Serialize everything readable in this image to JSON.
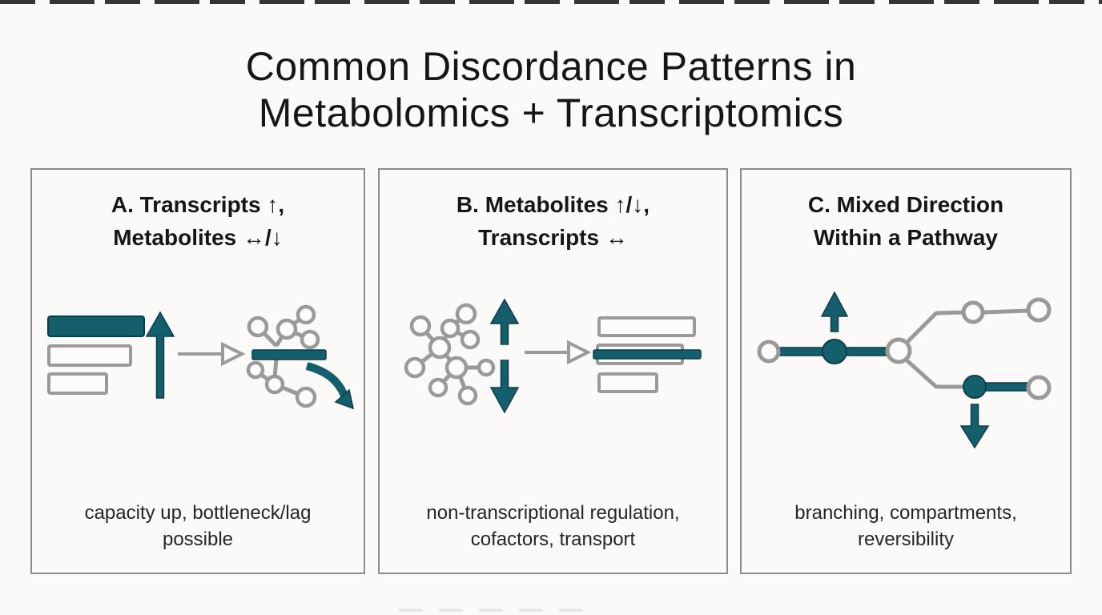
{
  "title": {
    "line1": "Common Discordance Patterns in",
    "line2": "Metabolomics + Transcriptomics"
  },
  "colors": {
    "teal": "#155f6d",
    "teal_dark": "#0b3d49",
    "gray": "#9a9a9a",
    "panel_border": "#8c8c8c",
    "background": "#fbfaf8",
    "title_text": "#161616",
    "caption_text": "#262626",
    "edge_artifact": "#1d1b18"
  },
  "panels": [
    {
      "label": "A",
      "heading_line1": "A. Transcripts ↑,",
      "heading_line2": "Metabolites ↔/↓",
      "caption_line1": "capacity up, bottleneck/lag",
      "caption_line2": "possible",
      "icons": [
        "transcript-bars-icon",
        "up-arrow-icon",
        "flow-right-arrow-icon",
        "blocked-metabolite-network-icon",
        "curved-down-arrow-icon"
      ]
    },
    {
      "label": "B",
      "heading_line1": "B. Metabolites ↑/↓,",
      "heading_line2": "Transcripts ↔",
      "caption_line1": "non-transcriptional regulation,",
      "caption_line2": "cofactors, transport",
      "icons": [
        "metabolite-network-icon",
        "up-down-arrow-icon",
        "flow-right-arrow-icon",
        "transcript-bars-icon"
      ]
    },
    {
      "label": "C",
      "heading_line1": "C. Mixed Direction",
      "heading_line2": "Within a Pathway",
      "caption_line1": "branching, compartments,",
      "caption_line2": "reversibility",
      "icons": [
        "pathway-branch-icon",
        "up-arrow-icon",
        "down-arrow-icon"
      ]
    }
  ]
}
